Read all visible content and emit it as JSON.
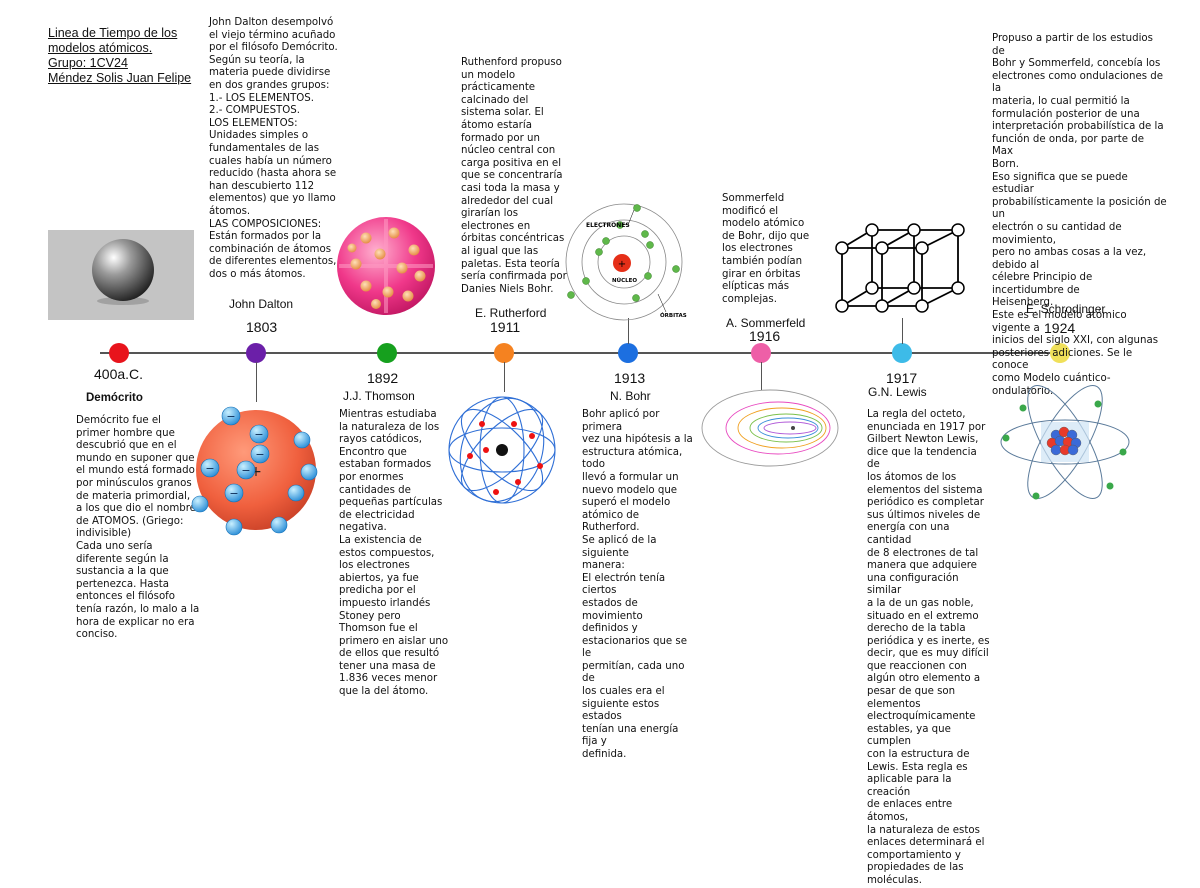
{
  "header": {
    "line1": "Linea de Tiempo de los",
    "line2": "modelos atómicos.",
    "line3": "Grupo: 1CV24",
    "line4": "Méndez Solis Juan Felipe"
  },
  "democrito": {
    "year": "400a.C.",
    "name": "Demócrito",
    "image_caption": "Demócrito atom model",
    "text": "Demócrito fue el\nprimer hombre que\ndescubrió que en el\nmundo en suponer que\nel mundo está formado\npor minúsculos granos\nde materia primordial,\na los que dio el nombre\nde ATOMOS. (Griego:\nindivisible)\nCada uno sería\ndiferente según la\nsustancia a la que\npertenezca. Hasta\nentonces el filósofo\ntenía razón, lo malo a la\nhora de explicar no era\nconciso."
  },
  "dalton": {
    "year": "1803",
    "name": "John Dalton",
    "text": "John Dalton desempolvó\nel viejo término acuñado\npor el filósofo Demócrito.\nSegún su teoría, la\nmateria puede dividirse\nen dos grandes grupos:\n1.- LOS ELEMENTOS.\n2.- COMPUESTOS.\nLOS ELEMENTOS:\nUnidades simples o\nfundamentales de las\ncuales había un número\nreducido (hasta ahora se\nhan descubierto 112\nelementos) que yo llamo\nátomos.\nLAS COMPOSICIONES:\nEstán formados por la\ncombinación de átomos\nde diferentes elementos,\ndos o más átomos."
  },
  "thomson": {
    "year": "1892",
    "name": "J.J. Thomson",
    "text": "Mientras estudiaba\nla naturaleza de los\nrayos catódicos,\nEncontro que\nestaban formados\npor enormes\ncantidades de\npequeñas partículas\nde electricidad\nnegativa.\nLa existencia de\nestos compuestos,\nlos electrones\nabiertos, ya fue\npredicha por el\nimpuesto irlandés\nStoney pero\nThomson fue el\nprimero en aislar uno\nde ellos que resultó\ntener una masa de\n1.836 veces menor\nque la del átomo."
  },
  "rutherford": {
    "year": "1911",
    "name": "E. Rutherford",
    "text": "Ruthenford propuso\nun modelo\nprácticamente\ncalcinado del\nsistema solar. El\nátomo estaría\nformado por un\nnúcleo central con\ncarga positiva en el\nque se concentraría\ncasi toda la masa y\nalrededor del cual\ngirarían los\nelectrones en\nórbitas concéntricas\nal igual que las\npaletas. Esta teoría\nsería confirmada por\nDanies Niels Bohr."
  },
  "bohr": {
    "year": "1913",
    "name": "N. Bohr",
    "diagram_electrons": "ELECTRONES",
    "diagram_nucleus": "NÚCLEO",
    "diagram_orbits": "ÓRBITAS",
    "text": "Bohr aplicó por primera\nvez una hipótesis a la\nestructura atómica, todo\nllevó a formular un\nnuevo modelo que\nsuperó el modelo\natómico de Rutherford.\nSe aplicó de la siguiente\nmanera:\nEl electrón tenía ciertos\nestados de movimiento\ndefinidos y\nestacionarios que se le\npermitían, cada uno de\nlos cuales era el\nsiguiente estos estados\ntenían una energía fija y\ndefinida."
  },
  "sommerfeld": {
    "year": "1916",
    "name": "A. Sommerfeld",
    "text": "Sommerfeld\nmodificó el\nmodelo atómico\nde Bohr, dijo que\nlos electrones\ntambién podían\ngirar en órbitas\nelípticas más\ncomplejas."
  },
  "lewis": {
    "year": "1917",
    "name": "G.N. Lewis",
    "text": "La regla del octeto,\nenunciada en 1917 por\nGilbert Newton Lewis,\ndice que la tendencia de\nlos átomos de los\nelementos del sistema\nperiódico es completar\nsus últimos niveles de\nenergía con una cantidad\nde 8 electrones de tal\nmanera que adquiere\nuna configuración similar\na la de un gas noble,\nsituado en el extremo\nderecho de la tabla\nperiódica y es inerte, es\ndecir, que es muy difícil\nque reaccionen con\nalgún otro elemento a\npesar de que son\nelementos\nelectroquímicamente\nestables, ya que cumplen\ncon la estructura de\nLewis. Esta regla es\naplicable para la creación\nde enlaces entre átomos,\nla naturaleza de estos\nenlaces determinará el\ncomportamiento y\npropiedades de las\nmoléculas."
  },
  "schrodinger": {
    "year": "1924",
    "name": "E. Schrodinger",
    "text": "Propuso a partir de los estudios de\nBohr y Sommerfeld, concebía los\nelectrones como ondulaciones de la\nmateria, lo cual permitió la\nformulación posterior de una\ninterpretación probabilística de la\nfunción de onda, por parte de Max\nBorn.\nEso significa que se puede estudiar\nprobabilísticamente la posición de un\nelectrón o su cantidad de movimiento,\npero no ambas cosas a la vez, debido al\ncélebre Principio de incertidumbre de\nHeisenberg.\nEste es el modelo atómico vigente a\ninicios del siglo XXI, con algunas\nposteriores adiciones. Se le conoce\ncomo Modelo cuántico-ondulatorio."
  },
  "colors": {
    "democrito": "#e8141c",
    "dalton": "#6b1fa8",
    "thomson": "#16a01e",
    "rutherford": "#f58220",
    "bohr": "#1c6fe0",
    "sommerfeld": "#ee5fa7",
    "lewis": "#3dbbe8",
    "schrodinger": "#f0e05a"
  }
}
